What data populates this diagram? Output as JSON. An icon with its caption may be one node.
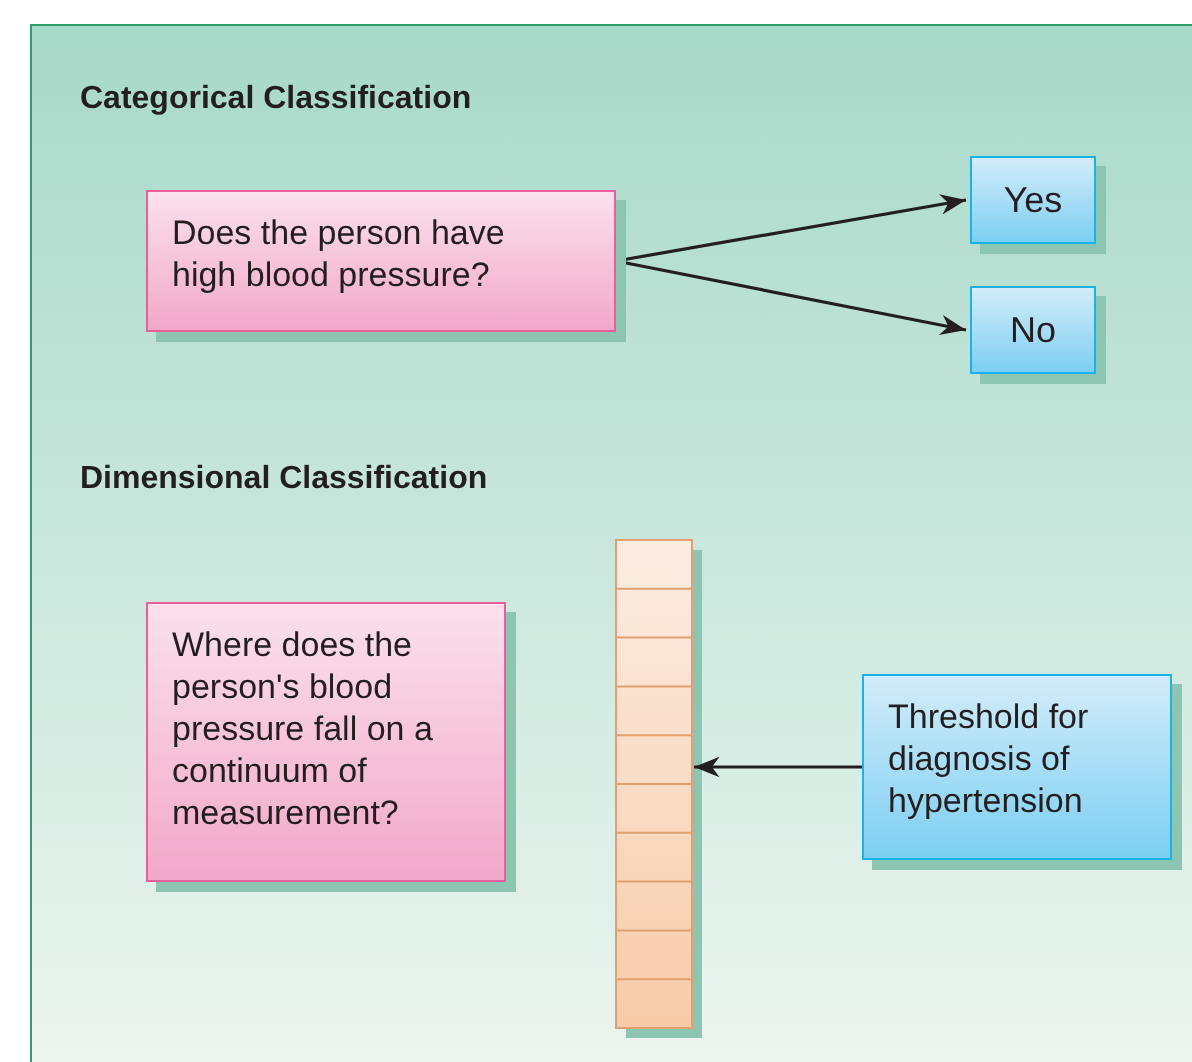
{
  "diagram": {
    "nodes": [
      {
        "text": [
          "Does the person have high blood pressure?"
        ]
      },
      {
        "text": [
          "Yes"
        ]
      },
      {
        "text": [
          "No"
        ]
      },
      {
        "text": [
          "Where does the person's blood pressure fall on a continuum of measurement?"
        ]
      },
      {
        "text": [],
        "shape": "bar"
      },
      {
        "text": [
          "Threshold for diagnosis of hypertension"
        ]
      }
    ],
    "edges": [
      {
        "from": 0,
        "to": 1,
        "arrow": "to"
      },
      {
        "from": 0,
        "to": 2,
        "arrow": "to"
      },
      {
        "from": 5,
        "to": 4,
        "arrow": "to"
      }
    ],
    "labels": [
      "Categorical Classification",
      "Dimensional Classification"
    ]
  }
}
